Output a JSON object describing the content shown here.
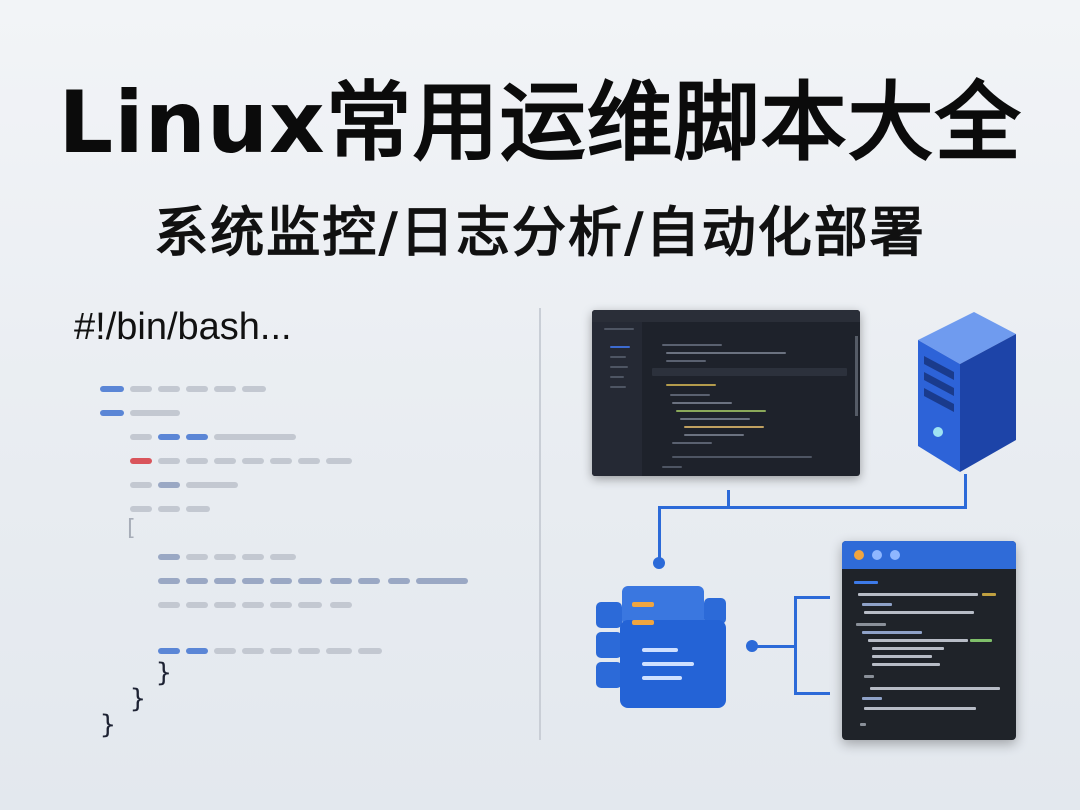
{
  "title": "Linux常用运维脚本大全",
  "subtitle": "系统监控/日志分析/自动化部署",
  "code": {
    "shebang": "#!/bin/bash...",
    "open_bracket": "[",
    "close_braces": [
      "}",
      "}",
      "}"
    ]
  },
  "icons": {
    "editor": "code-editor-window-icon",
    "server": "server-tower-icon",
    "docs": "stacked-documents-icon",
    "terminal": "terminal-window-icon"
  },
  "colors": {
    "accent_blue": "#2c6ad8",
    "error_red": "#d9545b",
    "background": "#eef1f5",
    "title_text": "#0b0b0b"
  }
}
